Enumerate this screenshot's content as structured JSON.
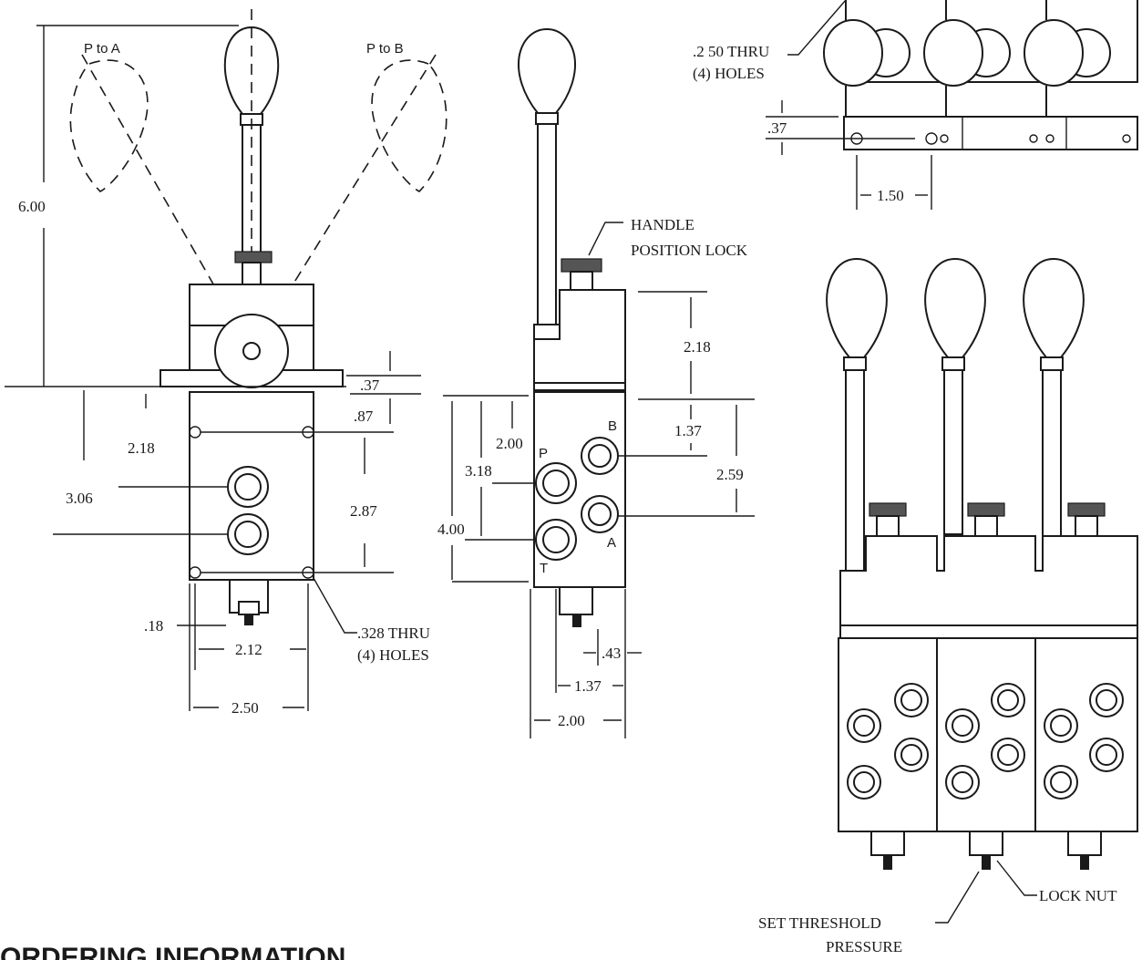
{
  "views": {
    "front": {
      "range_labels": {
        "p_to_a": "P to A",
        "p_to_b": "P to B"
      },
      "dimensions": {
        "overall_height": "6.00",
        "base_thickness": ".37",
        "top_hole_offset": ".87",
        "hole_spacing_upper": "2.18",
        "port_spacing": "3.06",
        "hole_spacing_vertical": "2.87",
        "edge_offset": ".18",
        "hole_spacing_horizontal": "2.12",
        "body_width": "2.50"
      },
      "callouts": {
        "mounting_holes": [
          ".328 THRU",
          "(4) HOLES"
        ]
      }
    },
    "side": {
      "port_labels": {
        "p": "P",
        "b": "B",
        "a": "A",
        "t": "T"
      },
      "dimensions": {
        "upper_height": "2.18",
        "port_p_height": "2.00",
        "port_t_height": "3.18",
        "overall_body_height": "4.00",
        "port_b_offset": "1.37",
        "port_spacing_ab": "2.59",
        "stem_offset": ".43",
        "stem_to_edge": "1.37",
        "body_depth": "2.00"
      },
      "callouts": {
        "lock": [
          "HANDLE",
          "POSITION LOCK"
        ]
      }
    },
    "top": {
      "dimensions": {
        "flange_offset": ".37",
        "hole_spacing": "1.50"
      },
      "callouts": {
        "holes": [
          ".2 50 THRU",
          "(4) HOLES"
        ]
      }
    },
    "assembly": {
      "callouts": {
        "lock_nut": "LOCK NUT",
        "threshold": [
          "SET THRESHOLD",
          "PRESSURE"
        ]
      }
    }
  },
  "section_heading": "ORDERING INFORMATION"
}
